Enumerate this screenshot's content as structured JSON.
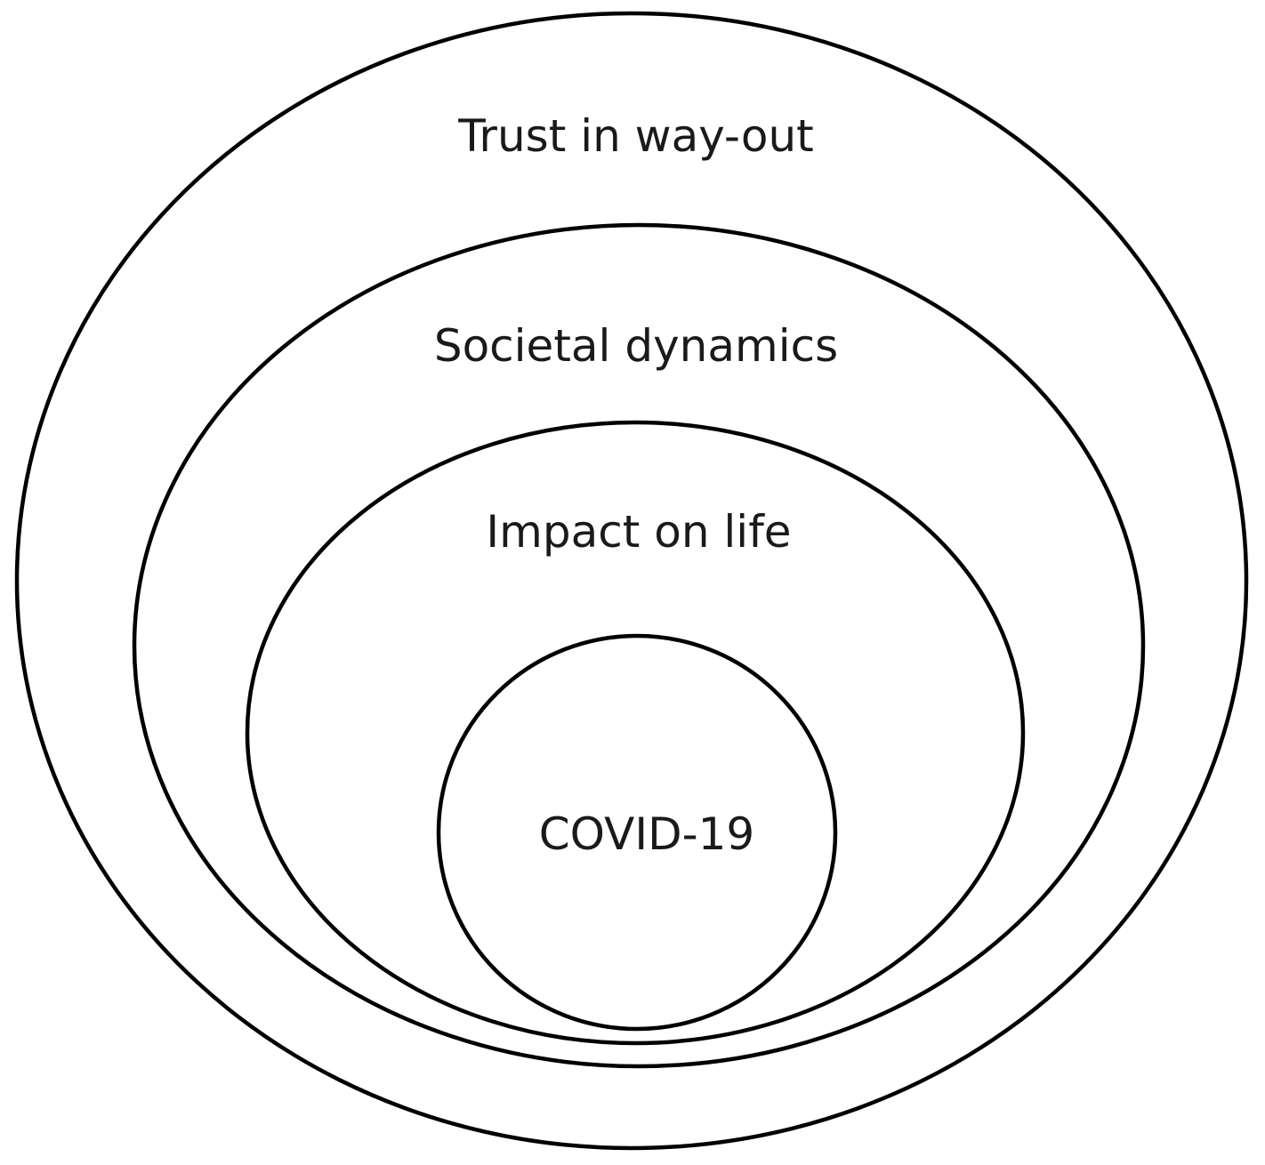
{
  "diagram": {
    "layers": [
      {
        "id": "trust",
        "label": "Trust in way-out"
      },
      {
        "id": "societal",
        "label": "Societal dynamics"
      },
      {
        "id": "impact",
        "label": "Impact on life"
      },
      {
        "id": "covid",
        "label": "COVID-19"
      }
    ],
    "colors": {
      "stroke": "#000000",
      "text": "#1a1a1a",
      "background": "#ffffff"
    }
  }
}
